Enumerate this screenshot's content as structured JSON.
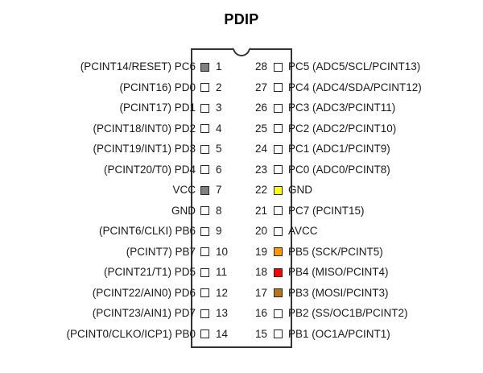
{
  "title": "PDIP",
  "package": {
    "notch_icon": "semicircle-notch",
    "body_color": "#ffffff",
    "outline_color": "#333333"
  },
  "colors": {
    "default_pad": "#ffffff",
    "gray_pad": "#808080",
    "yellow_pad": "#ffff00",
    "orange_pad": "#ff9900",
    "red_pad": "#fe0000",
    "brown_pad": "#b8741a",
    "outline": "#262626",
    "text": "#1a1a1a"
  },
  "pins": {
    "left": [
      {
        "number": "1",
        "label": "(PCINT14/RESET) PC6",
        "pad_color": "#808080"
      },
      {
        "number": "2",
        "label": "(PCINT16) PD0",
        "pad_color": "#ffffff"
      },
      {
        "number": "3",
        "label": "(PCINT17) PD1",
        "pad_color": "#ffffff"
      },
      {
        "number": "4",
        "label": "(PCINT18/INT0) PD2",
        "pad_color": "#ffffff"
      },
      {
        "number": "5",
        "label": "(PCINT19/INT1) PD3",
        "pad_color": "#ffffff"
      },
      {
        "number": "6",
        "label": "(PCINT20/T0) PD4",
        "pad_color": "#ffffff"
      },
      {
        "number": "7",
        "label": "VCC",
        "pad_color": "#808080"
      },
      {
        "number": "8",
        "label": "GND",
        "pad_color": "#ffffff"
      },
      {
        "number": "9",
        "label": "(PCINT6/CLKI) PB6",
        "pad_color": "#ffffff"
      },
      {
        "number": "10",
        "label": "(PCINT7) PB7",
        "pad_color": "#ffffff"
      },
      {
        "number": "11",
        "label": "(PCINT21/T1) PD5",
        "pad_color": "#ffffff"
      },
      {
        "number": "12",
        "label": "(PCINT22/AIN0) PD6",
        "pad_color": "#ffffff"
      },
      {
        "number": "13",
        "label": "(PCINT23/AIN1) PD7",
        "pad_color": "#ffffff"
      },
      {
        "number": "14",
        "label": "(PCINT0/CLKO/ICP1) PB0",
        "pad_color": "#ffffff"
      }
    ],
    "right": [
      {
        "number": "28",
        "label": "PC5 (ADC5/SCL/PCINT13)",
        "pad_color": "#ffffff"
      },
      {
        "number": "27",
        "label": "PC4 (ADC4/SDA/PCINT12)",
        "pad_color": "#ffffff"
      },
      {
        "number": "26",
        "label": "PC3 (ADC3/PCINT11)",
        "pad_color": "#ffffff"
      },
      {
        "number": "25",
        "label": "PC2 (ADC2/PCINT10)",
        "pad_color": "#ffffff"
      },
      {
        "number": "24",
        "label": "PC1 (ADC1/PCINT9)",
        "pad_color": "#ffffff"
      },
      {
        "number": "23",
        "label": "PC0 (ADC0/PCINT8)",
        "pad_color": "#ffffff"
      },
      {
        "number": "22",
        "label": "GND",
        "pad_color": "#ffff00"
      },
      {
        "number": "21",
        "label": "PC7 (PCINT15)",
        "pad_color": "#ffffff"
      },
      {
        "number": "20",
        "label": "AVCC",
        "pad_color": "#ffffff"
      },
      {
        "number": "19",
        "label": "PB5 (SCK/PCINT5)",
        "pad_color": "#ff9900"
      },
      {
        "number": "18",
        "label": "PB4 (MISO/PCINT4)",
        "pad_color": "#fe0000"
      },
      {
        "number": "17",
        "label": "PB3 (MOSI/PCINT3)",
        "pad_color": "#b8741a"
      },
      {
        "number": "16",
        "label": "PB2 (SS/OC1B/PCINT2)",
        "pad_color": "#ffffff"
      },
      {
        "number": "15",
        "label": "PB1 (OC1A/PCINT1)",
        "pad_color": "#ffffff"
      }
    ]
  }
}
